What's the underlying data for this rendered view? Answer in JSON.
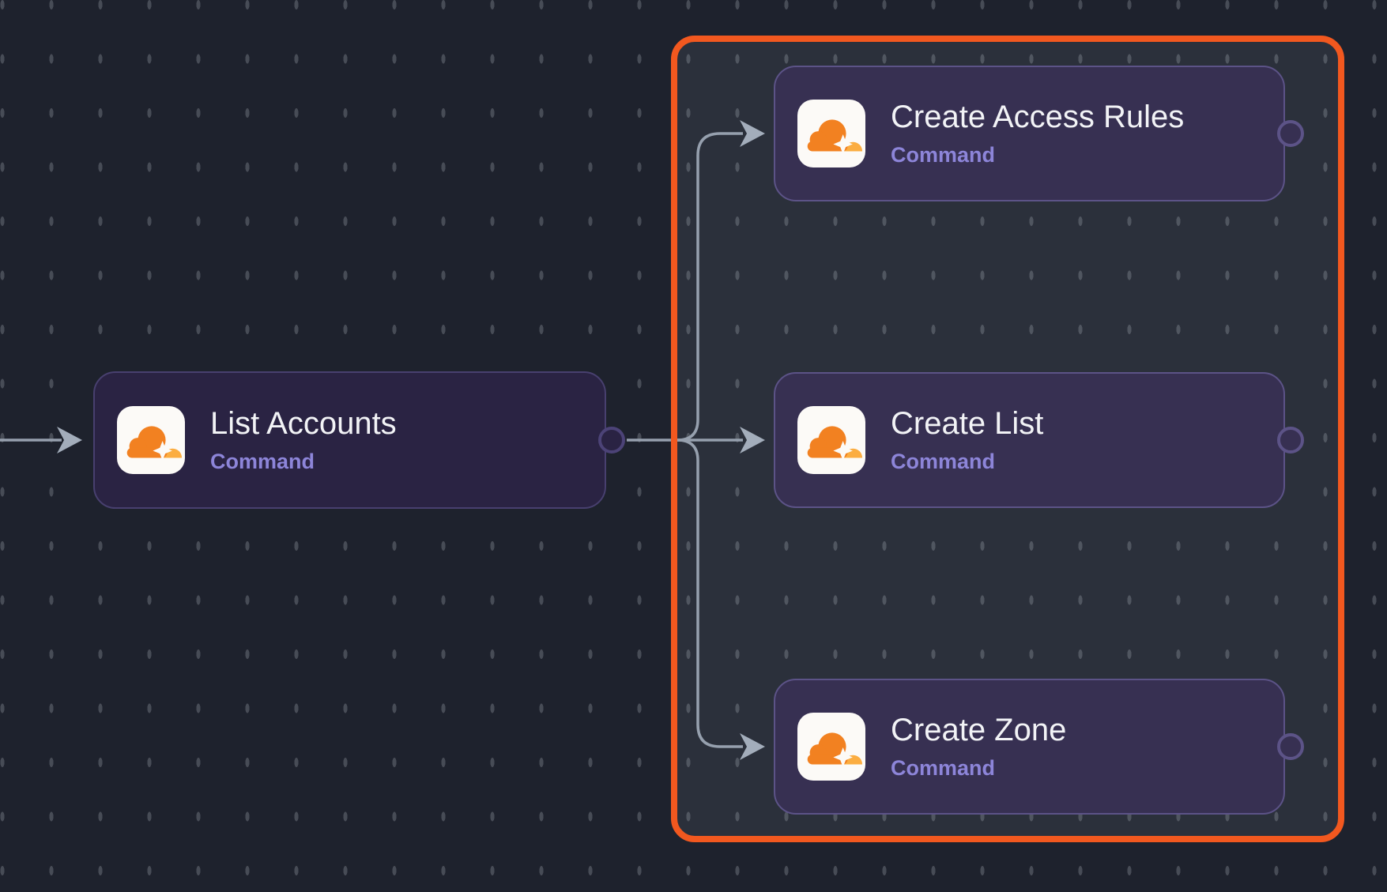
{
  "app": {
    "view": "workflow-canvas"
  },
  "colors": {
    "canvas_background": "#1e222d",
    "grid_dot": "#4a4e57",
    "selection_accent": "#f2581f",
    "node_background": "#2a2343",
    "node_background_selected": "#373052",
    "node_border": "#48406f",
    "node_border_selected": "#5c5387",
    "edge": "#96a0ae",
    "title_text": "#f2f3f6",
    "subtitle_text": "#8d85d9",
    "cloudflare_orange": "#f28121",
    "cloudflare_light_orange": "#fbad41"
  },
  "selection": {
    "state": "selected-group",
    "contains": [
      "create-access-rules",
      "create-list",
      "create-zone"
    ]
  },
  "nodes": [
    {
      "id": "list-accounts",
      "title": "List Accounts",
      "subtitle": "Command",
      "icon": "cloudflare-icon",
      "selected": false,
      "has_output_port": true
    },
    {
      "id": "create-access-rules",
      "title": "Create Access Rules",
      "subtitle": "Command",
      "icon": "cloudflare-icon",
      "selected": true,
      "has_output_port": true
    },
    {
      "id": "create-list",
      "title": "Create List",
      "subtitle": "Command",
      "icon": "cloudflare-icon",
      "selected": true,
      "has_output_port": true
    },
    {
      "id": "create-zone",
      "title": "Create Zone",
      "subtitle": "Command",
      "icon": "cloudflare-icon",
      "selected": true,
      "has_output_port": true
    }
  ],
  "edges": [
    {
      "from": "offscreen-left",
      "to": "list-accounts"
    },
    {
      "from": "list-accounts",
      "to": "create-access-rules"
    },
    {
      "from": "list-accounts",
      "to": "create-list"
    },
    {
      "from": "list-accounts",
      "to": "create-zone"
    }
  ]
}
